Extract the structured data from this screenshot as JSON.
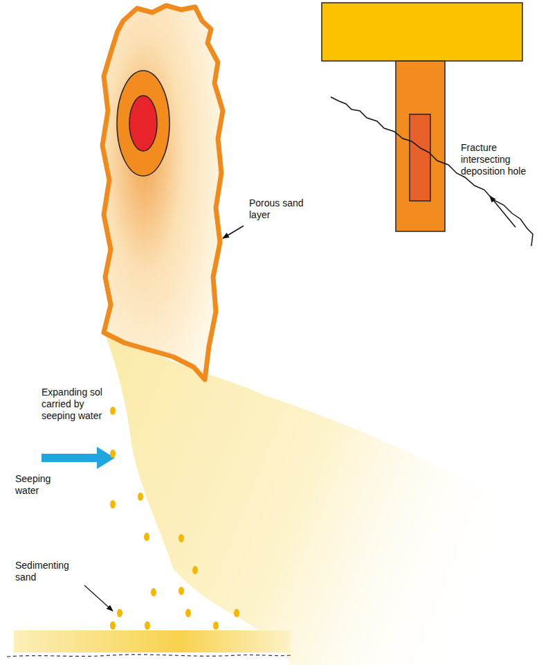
{
  "diagram": {
    "labels": [
      "Fracture intersecting deposition hole",
      "Porous sand layer",
      "Expanding sol carried by seeping water",
      "Seeping water",
      "Sedimenting sand"
    ]
  }
}
